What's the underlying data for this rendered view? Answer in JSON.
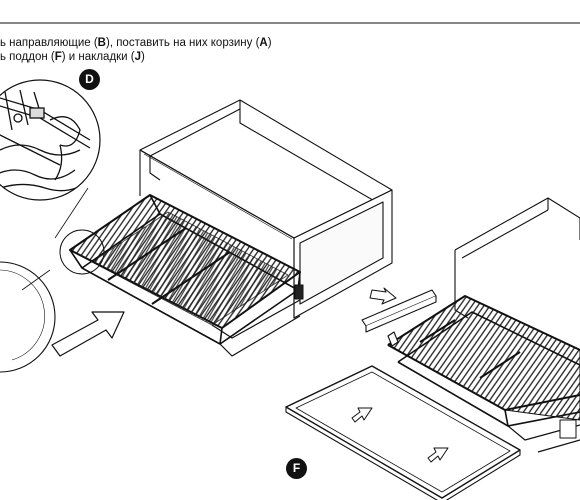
{
  "instructions": {
    "line1": {
      "t1": "ь направляющие (",
      "b1": "B",
      "t2": "), поставить на них корзину (",
      "b2": "A",
      "t3": ")"
    },
    "line2": {
      "t1": "ь поддон (",
      "b1": "F",
      "t2": ") и накладки (",
      "b2": "J",
      "t3": ")"
    }
  },
  "callouts": {
    "detail": "D",
    "tray": "F"
  }
}
